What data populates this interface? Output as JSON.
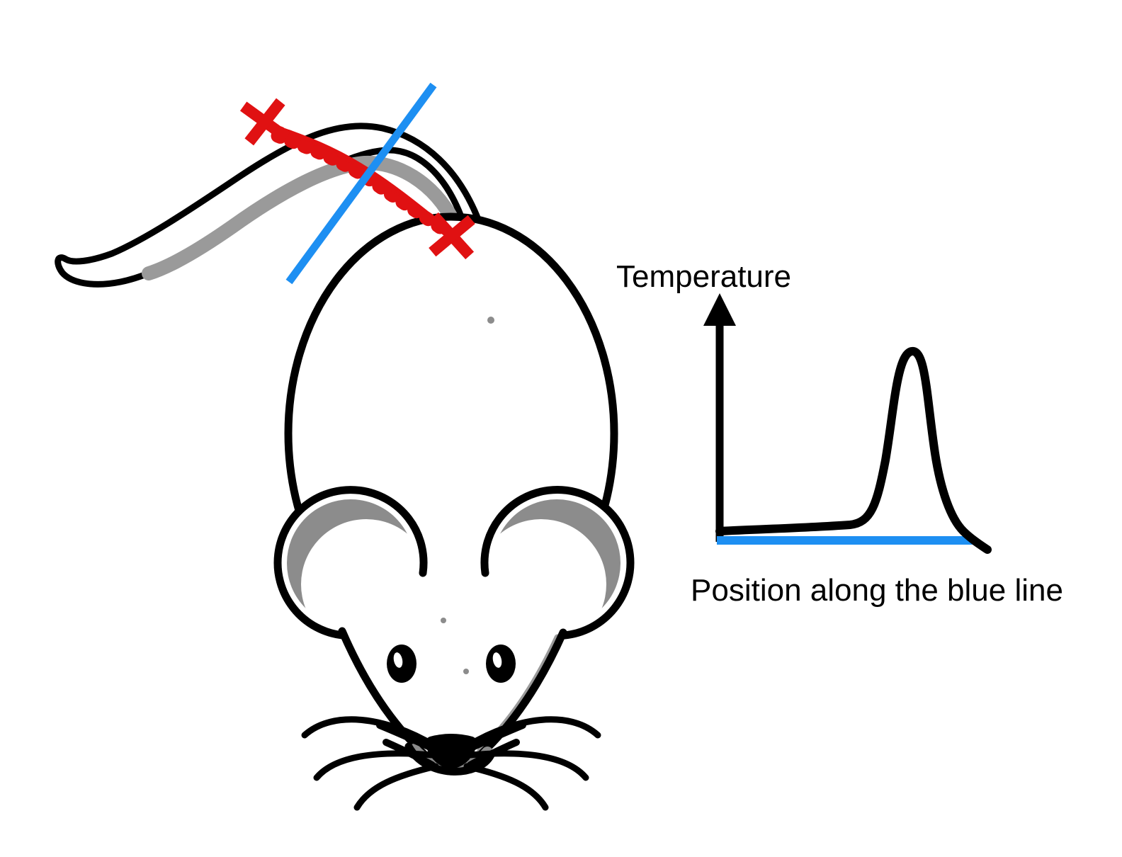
{
  "figure": {
    "description": "Cartoon lab mouse seen from above; a red freehand marker line with an X at each end is drawn along the tail; a straight blue line crosses the tail; a schematic plot on the right shows temperature measured along the blue line with a sharp peak where the line crosses the warm tail.",
    "background": "#ffffff"
  },
  "colors": {
    "outline": "#000000",
    "shading_gray": "#8c8c8c",
    "tail_shadow_gray": "#9a9a9a",
    "annotation_red": "#e01112",
    "annotation_blue": "#1d8ff2"
  },
  "mouse": {
    "parts": [
      "tail",
      "body",
      "left-ear",
      "right-ear",
      "face",
      "left-eye",
      "right-eye",
      "nose",
      "whiskers",
      "freckles"
    ]
  },
  "annotations": {
    "red_line": {
      "description": "freehand red marker line drawn along the tail between two X marks",
      "color": "#e01112"
    },
    "red_x_marks": {
      "count": 2,
      "color": "#e01112"
    },
    "blue_line": {
      "description": "straight blue line crossing the tail",
      "color": "#1d8ff2"
    }
  },
  "chart": {
    "ylabel": "Temperature",
    "xlabel": "Position along the blue line",
    "axis_color": "#000000",
    "x_axis_line_color": "#1d8ff2",
    "curve_color": "#000000"
  },
  "chart_data": {
    "type": "line",
    "title": "",
    "xlabel": "Position along the blue line",
    "ylabel": "Temperature",
    "grid": false,
    "legend": false,
    "x_axis_rendered_as": "thick blue line, no ticks or numbers",
    "y_axis_rendered_as": "black arrow pointing up, no ticks or numbers",
    "xlim": [
      0,
      1
    ],
    "ylim_relative": [
      -0.05,
      1
    ],
    "series": [
      {
        "name": "temperature-profile",
        "x": [
          0,
          0.1,
          0.2,
          0.3,
          0.4,
          0.5,
          0.55,
          0.6,
          0.64,
          0.68,
          0.71,
          0.74,
          0.77,
          0.8,
          0.84,
          0.9,
          0.95,
          1.0
        ],
        "y": [
          0.04,
          0.045,
          0.05,
          0.055,
          0.06,
          0.07,
          0.075,
          0.085,
          0.12,
          0.45,
          0.97,
          1.0,
          0.9,
          0.4,
          0.15,
          0.05,
          0.0,
          -0.05
        ]
      }
    ],
    "annotations": [
      "nearly flat baseline that rises very slightly to the right",
      "sharp narrow rounded peak at about 72% of the distance along the blue line",
      "curve dips slightly below the blue axis at the far right end"
    ]
  }
}
